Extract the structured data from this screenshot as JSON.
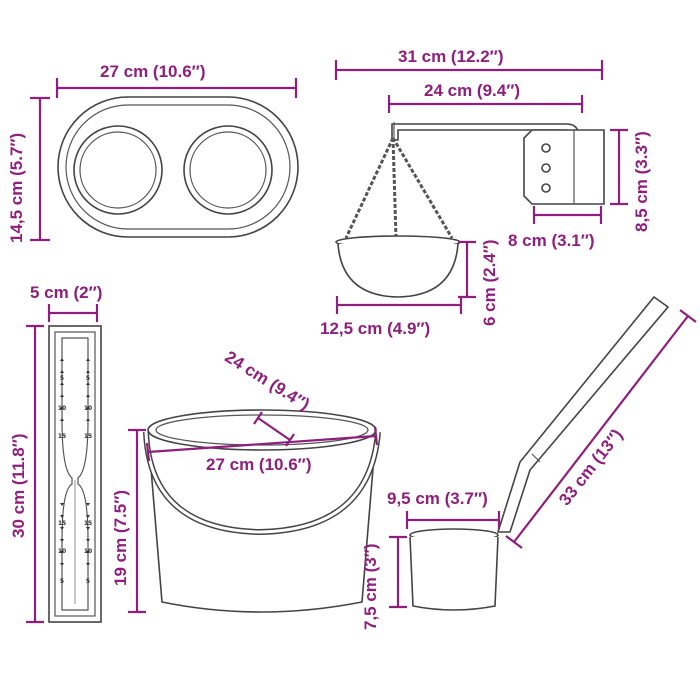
{
  "dimensions": {
    "tray_width": "27 cm (10.6″)",
    "tray_height": "14,5 cm (5.7″)",
    "bracket_total": "31 cm (12.2″)",
    "bracket_arm": "24 cm (9.4″)",
    "plate_height": "8,5 cm (3.3″)",
    "plate_width": "8 cm (3.1″)",
    "bowl_height": "6 cm (2.4″)",
    "bowl_width": "12,5 cm (4.9″)",
    "hourglass_width": "5 cm (2″)",
    "hourglass_height": "30 cm (11.8″)",
    "bucket_inner": "24 cm (9.4″)",
    "bucket_outer": "27 cm (10.6″)",
    "bucket_height": "19 cm (7.5″)",
    "cup_width": "9,5 cm (3.7″)",
    "cup_height": "7,5 cm (3″)",
    "ladle_length": "33 cm (13″)"
  },
  "hourglass_scale": {
    "top": [
      "5",
      "10",
      "15"
    ],
    "bottom": [
      "15",
      "10",
      "5"
    ]
  },
  "colors": {
    "dimension": "#8e1f7d",
    "outline": "#444444"
  }
}
